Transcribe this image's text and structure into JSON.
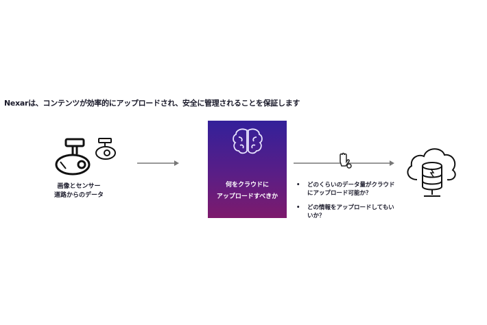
{
  "title": "Nexarは、コンテンツが効率的にアップロードされ、安全に管理されることを保証します",
  "source": {
    "line1": "画像とセンサー",
    "line2": "道路からのデータ",
    "icon": "dashcam-icon"
  },
  "decision_box": {
    "line1": "何をクラウドに",
    "line2": "アップロードすべきか",
    "icon": "brain-icon",
    "colors": [
      "#33209a",
      "#7d1a6c"
    ]
  },
  "questions": [
    "どのくらいのデータ量がクラウドにアップロード可能か？",
    "どの情報をアップロードしてもいいか？"
  ],
  "destination": {
    "icon": "cloud-database-icon"
  },
  "filter_icon": "hand-stop-icon"
}
